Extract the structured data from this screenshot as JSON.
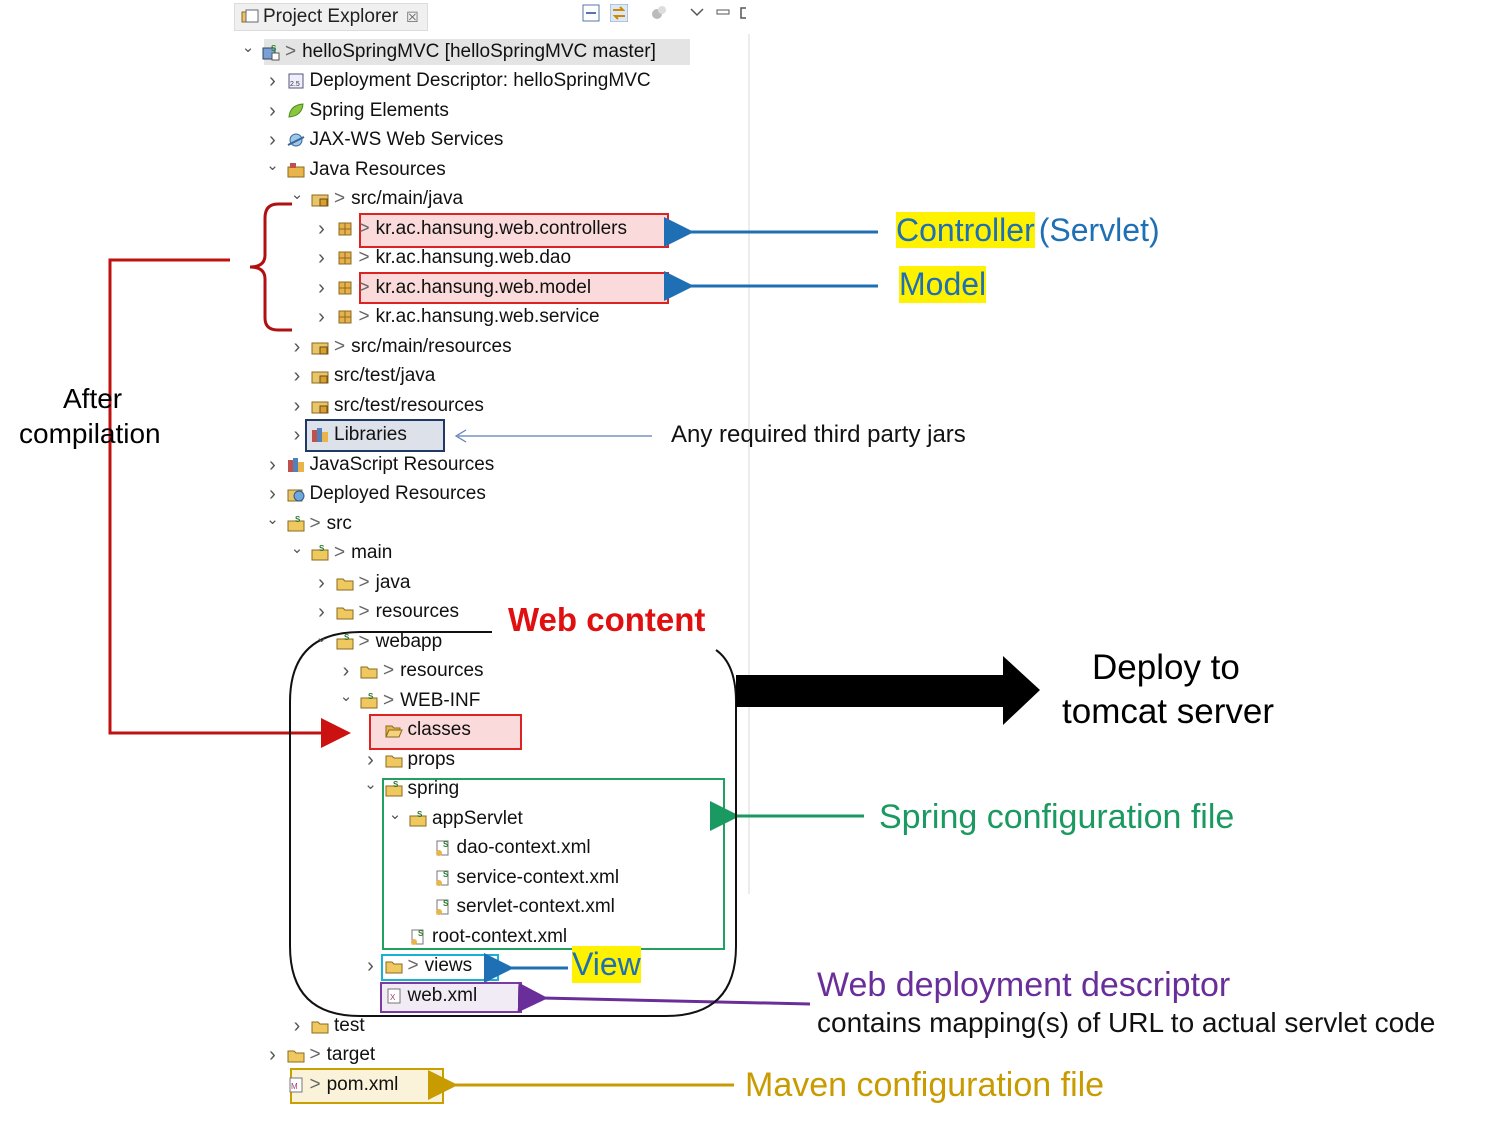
{
  "header": {
    "tab_label": "Project Explorer",
    "close_glyph": "☒"
  },
  "tree": [
    {
      "label": "helloSpringMVC  [helloSpringMVC master]",
      "prefix": ">",
      "twisty": "open",
      "icon": "spring-project-icon"
    },
    {
      "label": "Deployment Descriptor: helloSpringMVC",
      "twisty": "closed",
      "icon": "descriptor-icon"
    },
    {
      "label": "Spring Elements",
      "twisty": "closed",
      "icon": "spring-leaf-icon"
    },
    {
      "label": "JAX-WS Web Services",
      "twisty": "closed",
      "icon": "webservice-icon"
    },
    {
      "label": "Java Resources",
      "twisty": "open",
      "icon": "java-resources-icon"
    },
    {
      "label": "src/main/java",
      "prefix": ">",
      "twisty": "open",
      "icon": "source-folder-icon"
    },
    {
      "label": "kr.ac.hansung.web.controllers",
      "prefix": ">",
      "twisty": "closed",
      "icon": "package-icon"
    },
    {
      "label": "kr.ac.hansung.web.dao",
      "prefix": ">",
      "twisty": "closed",
      "icon": "package-icon"
    },
    {
      "label": "kr.ac.hansung.web.model",
      "prefix": ">",
      "twisty": "closed",
      "icon": "package-icon"
    },
    {
      "label": "kr.ac.hansung.web.service",
      "prefix": ">",
      "twisty": "closed",
      "icon": "package-icon"
    },
    {
      "label": "src/main/resources",
      "prefix": ">",
      "twisty": "closed",
      "icon": "source-folder-icon"
    },
    {
      "label": "src/test/java",
      "twisty": "closed",
      "icon": "source-folder-icon"
    },
    {
      "label": "src/test/resources",
      "twisty": "closed",
      "icon": "source-folder-icon"
    },
    {
      "label": "Libraries",
      "twisty": "closed",
      "icon": "library-icon"
    },
    {
      "label": "JavaScript Resources",
      "twisty": "closed",
      "icon": "library-icon"
    },
    {
      "label": "Deployed Resources",
      "twisty": "closed",
      "icon": "deployed-icon"
    },
    {
      "label": "src",
      "prefix": ">",
      "twisty": "open",
      "icon": "spring-folder-icon"
    },
    {
      "label": "main",
      "prefix": ">",
      "twisty": "open",
      "icon": "spring-folder-icon"
    },
    {
      "label": "java",
      "prefix": ">",
      "twisty": "closed",
      "icon": "folder-icon"
    },
    {
      "label": "resources",
      "prefix": ">",
      "twisty": "closed",
      "icon": "folder-icon"
    },
    {
      "label": "webapp",
      "prefix": ">",
      "twisty": "open",
      "icon": "spring-folder-icon"
    },
    {
      "label": "resources",
      "prefix": ">",
      "twisty": "closed",
      "icon": "folder-icon"
    },
    {
      "label": "WEB-INF",
      "prefix": ">",
      "twisty": "open",
      "icon": "spring-folder-icon"
    },
    {
      "label": "classes",
      "twisty": "none",
      "icon": "open-folder-icon"
    },
    {
      "label": "props",
      "twisty": "closed",
      "icon": "folder-icon"
    },
    {
      "label": "spring",
      "twisty": "open",
      "icon": "spring-folder-icon"
    },
    {
      "label": "appServlet",
      "twisty": "open",
      "icon": "spring-folder-icon"
    },
    {
      "label": "dao-context.xml",
      "twisty": "none",
      "icon": "spring-xml-icon"
    },
    {
      "label": "service-context.xml",
      "twisty": "none",
      "icon": "spring-xml-icon"
    },
    {
      "label": "servlet-context.xml",
      "twisty": "none",
      "icon": "spring-xml-icon"
    },
    {
      "label": "root-context.xml",
      "twisty": "none",
      "icon": "spring-xml-icon"
    },
    {
      "label": "views",
      "prefix": ">",
      "twisty": "closed",
      "icon": "folder-icon"
    },
    {
      "label": "web.xml",
      "twisty": "none",
      "icon": "xml-file-icon"
    },
    {
      "label": "test",
      "twisty": "closed",
      "icon": "folder-icon"
    },
    {
      "label": "target",
      "prefix": ">",
      "twisty": "closed",
      "icon": "folder-icon"
    },
    {
      "label": "pom.xml",
      "prefix": ">",
      "twisty": "none",
      "icon": "maven-file-icon"
    }
  ],
  "annotations": {
    "controller_word": "Controller",
    "controller_suffix": "(Servlet)",
    "model": "Model",
    "libraries_note": "Any required third party jars",
    "after_line1": "After",
    "after_line2": "compilation",
    "web_content": "Web content",
    "deploy_line1": "Deploy to",
    "deploy_line2": "tomcat server",
    "spring_config": "Spring configuration file",
    "view": "View",
    "web_dd_title": "Web deployment descriptor",
    "web_dd_desc": "contains mapping(s) of URL to actual servlet code",
    "maven_config": "Maven configuration file"
  },
  "colors": {
    "blue": "#1f6fb4",
    "red": "#cc1111",
    "green": "#1a9960",
    "purple": "#6a2e9a",
    "gold": "#c89b00",
    "highlight_yellow": "#fff200"
  }
}
